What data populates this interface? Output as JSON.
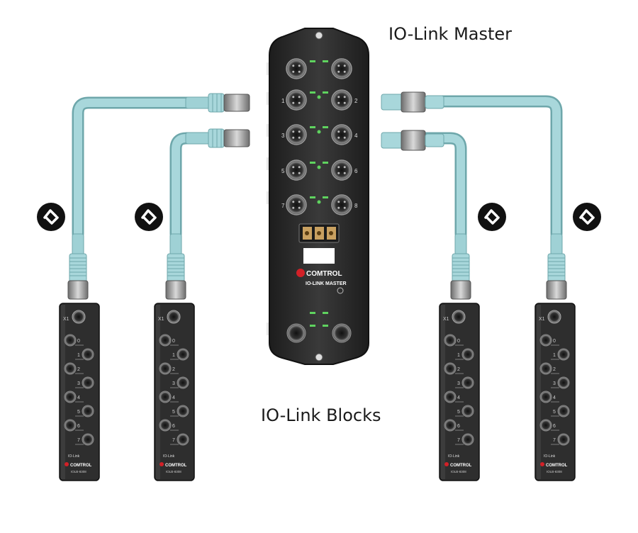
{
  "captions": {
    "master": "IO-Link Master",
    "blocks": "IO-Link Blocks"
  },
  "master": {
    "brand": "COMTROL",
    "product": "IO-LINK MASTER",
    "port_numbers": [
      "1",
      "2",
      "3",
      "4",
      "5",
      "6",
      "7",
      "8"
    ]
  },
  "block": {
    "x1_label": "X1",
    "port_numbers": [
      "0",
      "1",
      "2",
      "3",
      "4",
      "5",
      "6",
      "7"
    ],
    "io_link_label": "IO-Link",
    "brand": "COMTROL",
    "model": "IOLB-8308"
  },
  "sync_icon": "bidirectional-arrow-icon",
  "colors": {
    "cable": "#9fcfd3",
    "cable_outline": "#6ea7ab",
    "device_body": "#2b2b2b",
    "led_green": "#5fd35f",
    "brand_red": "#d22027"
  }
}
